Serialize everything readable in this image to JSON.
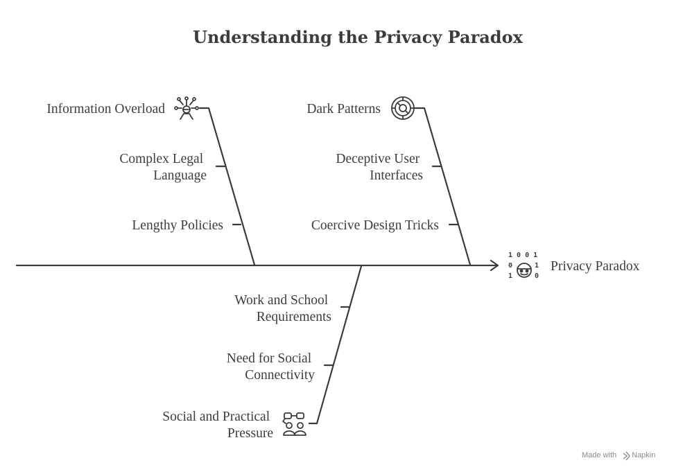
{
  "title": "Understanding the Privacy Paradox",
  "outcome": {
    "label": "Privacy Paradox",
    "icon": "binary-face-icon",
    "binary": [
      "1 0 0 1",
      "0",
      "1",
      "1",
      "0"
    ]
  },
  "branches": [
    {
      "label": "Information Overload",
      "icon": "person-network-icon",
      "causes": [
        {
          "lines": [
            "Complex Legal",
            "Language"
          ]
        },
        {
          "lines": [
            "Lengthy Policies"
          ]
        }
      ]
    },
    {
      "label": "Dark Patterns",
      "icon": "target-maze-icon",
      "causes": [
        {
          "lines": [
            "Deceptive User",
            "Interfaces"
          ]
        },
        {
          "lines": [
            "Coercive Design Tricks"
          ]
        }
      ]
    },
    {
      "label": "Social and Practical Pressure",
      "label_lines": [
        "Social and Practical",
        "Pressure"
      ],
      "icon": "people-chat-icon",
      "causes": [
        {
          "lines": [
            "Work and School",
            "Requirements"
          ]
        },
        {
          "lines": [
            "Need for Social",
            "Connectivity"
          ]
        }
      ]
    }
  ],
  "watermark": {
    "made_with": "Made with",
    "brand": "Napkin",
    "icon": "napkin-logo-icon"
  }
}
